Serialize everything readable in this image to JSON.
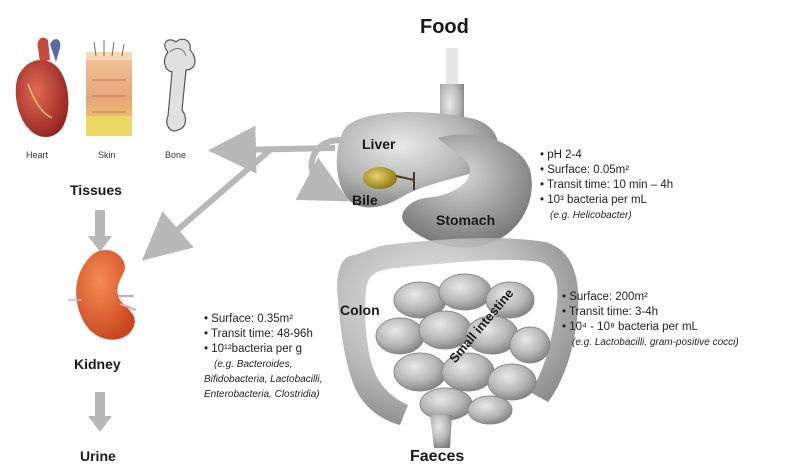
{
  "food_label": "Food",
  "faeces_label": "Faeces",
  "tissues": {
    "heading": "Tissues",
    "items": [
      {
        "label": "Heart",
        "icon": "heart-icon"
      },
      {
        "label": "Skin",
        "icon": "skin-icon"
      },
      {
        "label": "Bone",
        "icon": "bone-icon"
      }
    ]
  },
  "kidney_label": "Kidney",
  "urine_label": "Urine",
  "organs": {
    "liver": "Liver",
    "bile": "Bile",
    "stomach": "Stomach",
    "colon": "Colon",
    "small_intestine": "Small intestine"
  },
  "stomach_info": {
    "ph": "pH 2-4",
    "surface": "Surface: 0.05m²",
    "transit": "Transit time: 10 min – 4h",
    "bacteria": "10³ bacteria per mL",
    "example": "(e.g. Helicobacter)"
  },
  "small_intestine_info": {
    "surface": "Surface: 200m²",
    "transit": "Transit time: 3-4h",
    "bacteria": "10⁴ - 10⁸ bacteria per mL",
    "example": "(e.g. Lactobacilli, gram-positive cocci)"
  },
  "colon_info": {
    "surface": "Surface: 0.35m²",
    "transit": "Transit time: 48-96h",
    "bacteria": "10¹²bacteria per g",
    "example_1": "(e.g. Bacteroides,",
    "example_2": "Bifidobacteria, Lactobacilli,",
    "example_3": "Enterobacteria, Clostridia)"
  },
  "colors": {
    "arrow": "#b8b8b8",
    "organ_gray": "#9a9a9a",
    "kidney": "#e8642f",
    "bile": "#c8b23a",
    "heart": "#b8322e",
    "skin": "#e8b888"
  }
}
